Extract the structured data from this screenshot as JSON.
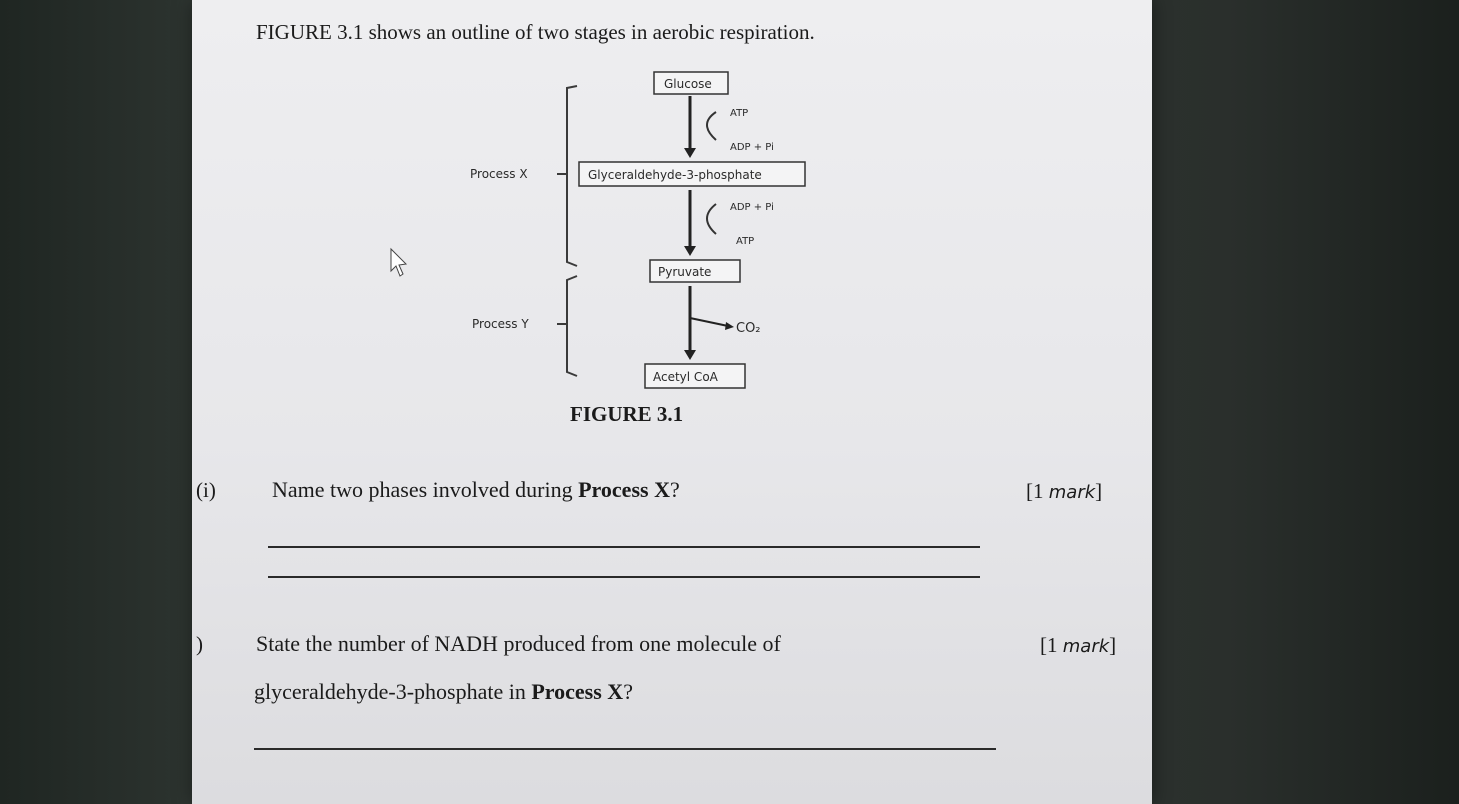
{
  "intro": "FIGURE 3.1 shows an outline of two stages in aerobic respiration.",
  "diagram": {
    "process_x_label": "Process X",
    "process_y_label": "Process Y",
    "boxes": {
      "glucose": "Glucose",
      "g3p": "Glyceraldehyde-3-phosphate",
      "pyruvate": "Pyruvate",
      "acetyl_coa": "Acetyl CoA"
    },
    "side_labels": {
      "atp_in": "ATP",
      "adp_out": "ADP + Pi",
      "adp_in": "ADP + Pi",
      "atp_out": "ATP",
      "co2": "CO₂"
    }
  },
  "caption": "FIGURE 3.1",
  "questions": [
    {
      "number": "(i)",
      "text_plain": "Name two phases involved during ",
      "text_bold": "Process X",
      "text_end": "?",
      "mark_open": "[1 ",
      "mark_word": "mark",
      "mark_close": "]"
    },
    {
      "number": ")",
      "text_plain": "State the number of NADH produced from one molecule of",
      "line2_plain": "glyceraldehyde-3-phosphate in ",
      "line2_bold": "Process X",
      "line2_end": "?",
      "mark_open": "[1 ",
      "mark_word": "mark",
      "mark_close": "]"
    }
  ],
  "colors": {
    "paper": "#e9e9ec",
    "ink": "#1b1b1b",
    "background": "#2b322e"
  }
}
